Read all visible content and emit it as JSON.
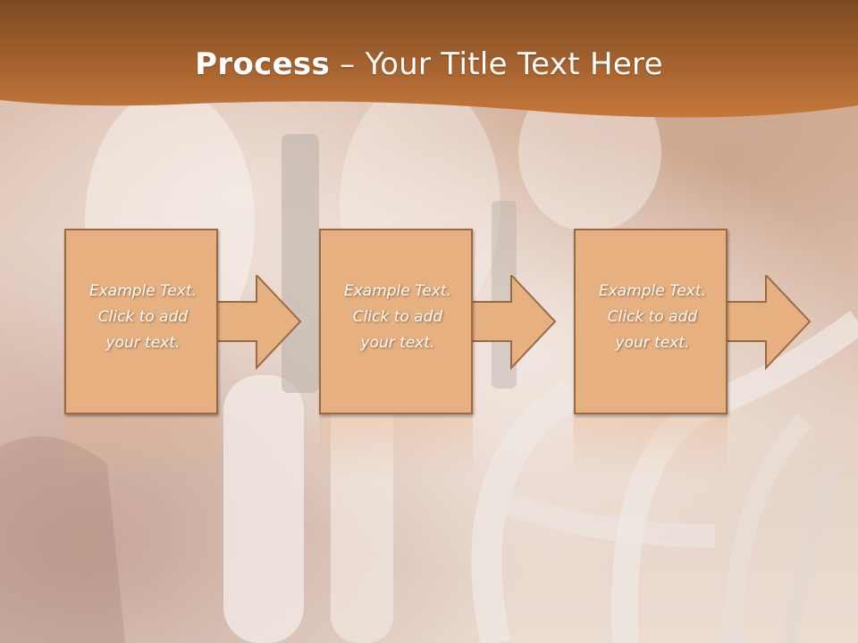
{
  "slide": {
    "title_bold": "Process",
    "title_rest": " – Your Title Text Here"
  },
  "steps": [
    {
      "lines": [
        "Example Text.",
        "Click  to add",
        "your text."
      ]
    },
    {
      "lines": [
        "Example Text.",
        "Click  to add",
        "your text."
      ]
    },
    {
      "lines": [
        "Example Text.",
        "Click  to add",
        "your text."
      ]
    }
  ],
  "colors": {
    "banner": "#b76a30",
    "box_fill": "#e7b081",
    "box_border": "#9b6943"
  }
}
